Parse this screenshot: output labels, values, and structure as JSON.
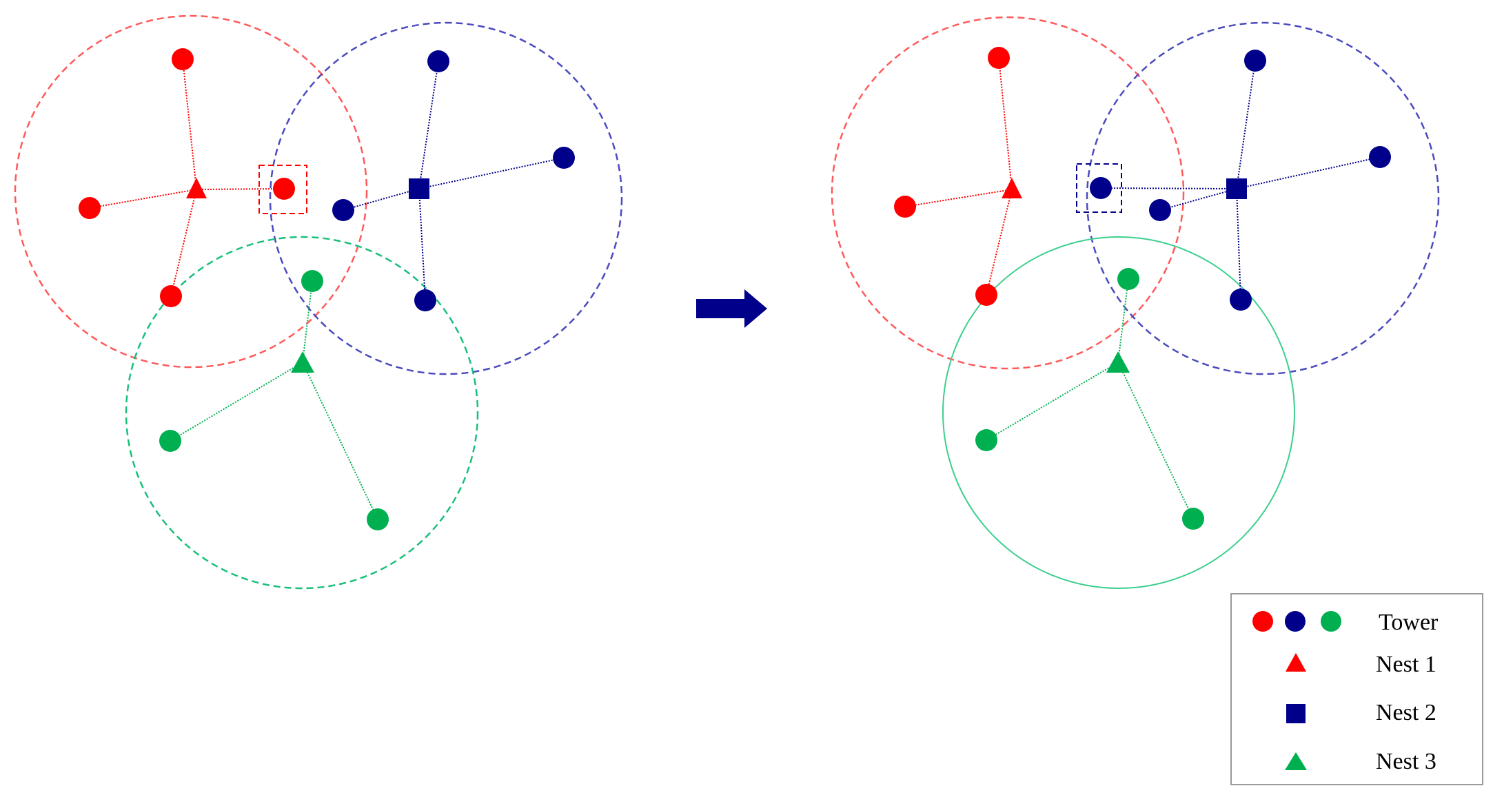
{
  "colors": {
    "red": "#ff0000",
    "blue": "#00008b",
    "green": "#00b050",
    "red_circle": "#ff5a5a",
    "blue_circle": "#4b4bbf",
    "green_circle": "#19c07a",
    "green_circle_solid": "#3ccf8e",
    "arrow": "#00008b",
    "legend_border": "#9a9a9a"
  },
  "icons": {
    "tower": "filled-circle",
    "nest_1": "filled-triangle",
    "nest_2": "filled-square",
    "nest_3": "filled-triangle",
    "transition": "right-arrow"
  },
  "legend": {
    "items": [
      {
        "label": "Tower"
      },
      {
        "label": "Nest 1"
      },
      {
        "label": "Nest 2"
      },
      {
        "label": "Nest 3"
      }
    ]
  }
}
